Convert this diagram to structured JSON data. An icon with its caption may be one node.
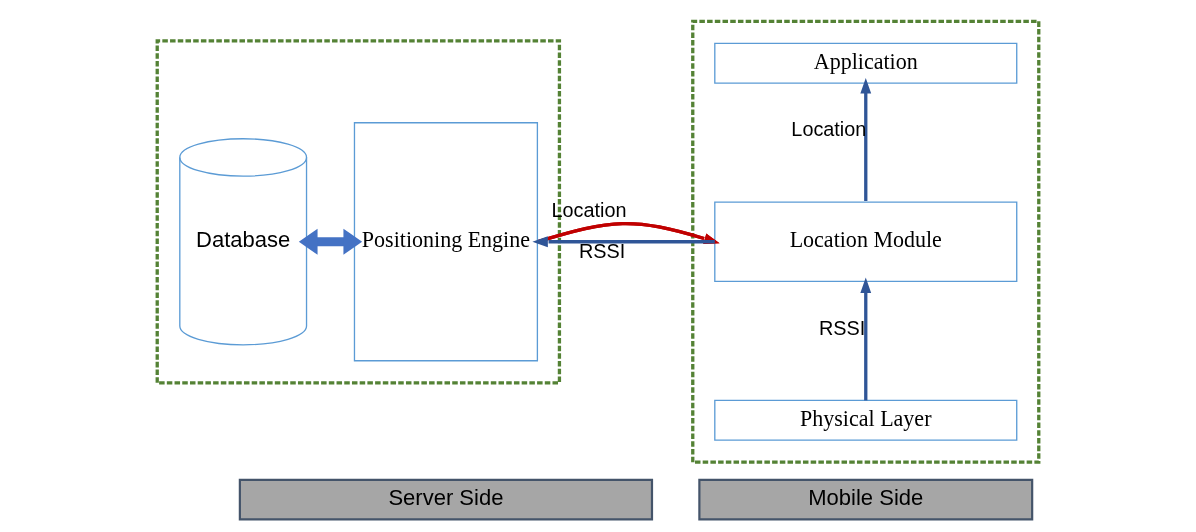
{
  "diagram": {
    "nodes": [
      {
        "text": [],
        "shape": "box"
      },
      {
        "text": [
          "Database"
        ],
        "in": 0
      },
      {
        "text": [
          "Positioning Engine"
        ],
        "in": 0
      },
      {
        "text": [
          "Server Side"
        ]
      },
      {
        "text": [],
        "shape": "box"
      },
      {
        "text": [
          "Application"
        ],
        "in": 4
      },
      {
        "text": [
          "Location Module"
        ],
        "in": 4
      },
      {
        "text": [
          "Physical Layer"
        ],
        "in": 4
      },
      {
        "text": [
          "Mobile Side"
        ]
      }
    ],
    "edges": [
      {
        "from": 1,
        "to": 2,
        "arrow": "both",
        "style": "thick"
      },
      {
        "from": 2,
        "to": 6,
        "arrow": "to",
        "label": "Location",
        "color": "#c00000"
      },
      {
        "from": 6,
        "to": 2,
        "arrow": "to",
        "label": "RSSI"
      },
      {
        "from": 7,
        "to": 6,
        "arrow": "to",
        "label": "RSSI"
      },
      {
        "from": 6,
        "to": 5,
        "arrow": "to",
        "label": "Location"
      }
    ]
  }
}
